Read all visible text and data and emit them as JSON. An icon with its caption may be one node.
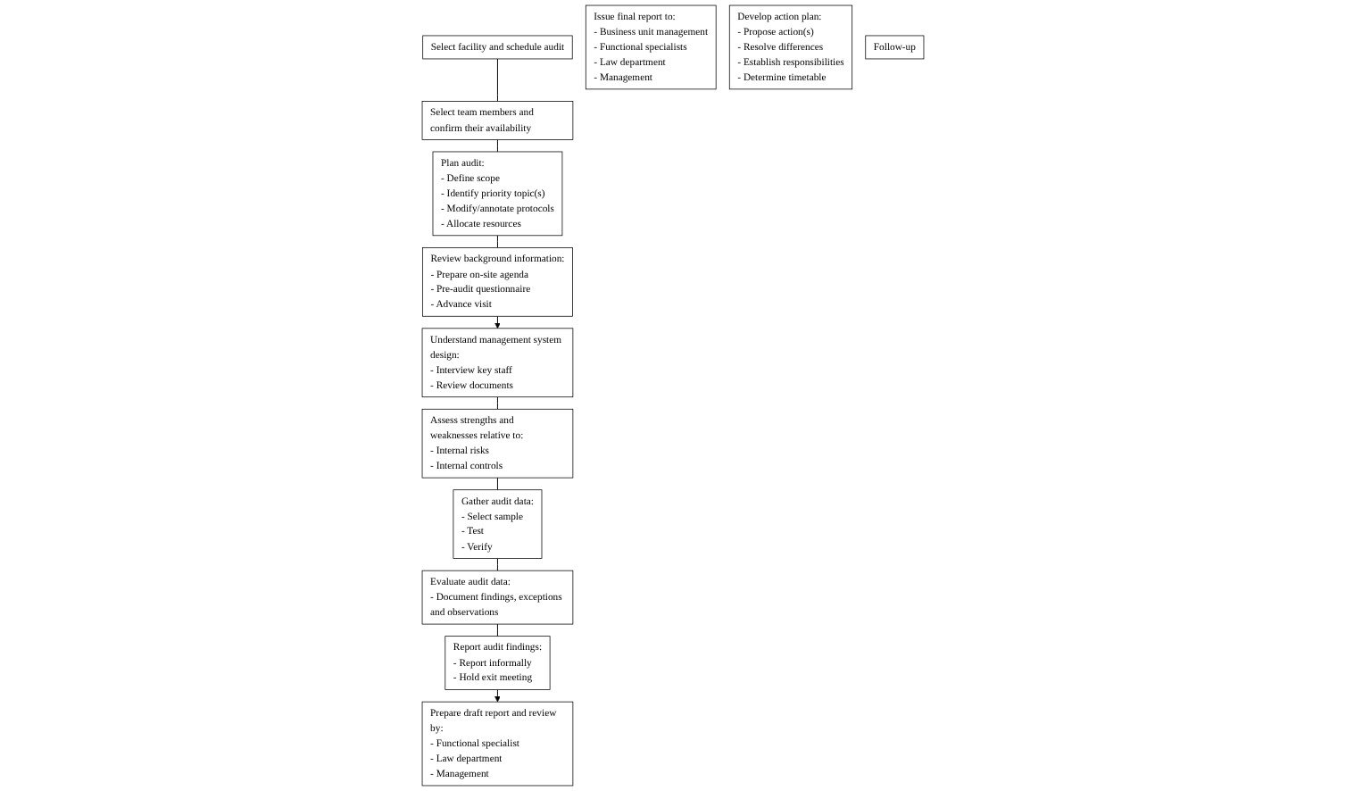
{
  "diagram": {
    "nodes": [
      {
        "text": [
          "Select facility and schedule audit"
        ]
      },
      {
        "text": [
          "Select team members and confirm their availability"
        ]
      },
      {
        "text": [
          "Plan audit:",
          "- Define scope",
          "- Identify priority topic(s)",
          "- Modify/annotate protocols",
          "- Allocate resources"
        ]
      },
      {
        "text": [
          "Review background information:",
          "- Prepare on-site agenda",
          "- Pre-audit questionnaire",
          "- Advance visit"
        ]
      },
      {
        "text": [
          "Understand management system design:",
          "- Interview key staff",
          "- Review documents"
        ]
      },
      {
        "text": [
          "Assess strengths and weaknesses relative to:",
          "- Internal risks",
          "- Internal controls"
        ]
      },
      {
        "text": [
          "Gather audit data:",
          "- Select sample",
          "- Test",
          "- Verify"
        ]
      },
      {
        "text": [
          "Evaluate audit data:",
          "- Document findings, exceptions and observations"
        ]
      },
      {
        "text": [
          "Report audit findings:",
          "- Report informally",
          "- Hold exit meeting"
        ]
      },
      {
        "text": [
          "Prepare draft report and review by:",
          "- Functional specialist",
          "- Law department",
          "- Management"
        ]
      },
      {
        "text": [
          "Issue final report to:",
          "- Business unit management",
          "- Functional specialists",
          "- Law department",
          "- Management"
        ]
      },
      {
        "text": [
          "Develop action plan:",
          "- Propose action(s)",
          "- Resolve differences",
          "- Establish responsibilities",
          "- Determine timetable"
        ]
      },
      {
        "text": [
          "Follow-up"
        ]
      }
    ],
    "edges": [
      {
        "from": 0,
        "to": 1,
        "arrow": "none"
      },
      {
        "from": 1,
        "to": 2,
        "arrow": "none"
      },
      {
        "from": 2,
        "to": 3,
        "arrow": "none"
      },
      {
        "from": 3,
        "to": 4,
        "arrow": "to"
      },
      {
        "from": 4,
        "to": 5,
        "arrow": "none"
      },
      {
        "from": 5,
        "to": 6,
        "arrow": "none"
      },
      {
        "from": 6,
        "to": 7,
        "arrow": "none"
      },
      {
        "from": 7,
        "to": 8,
        "arrow": "none"
      },
      {
        "from": 8,
        "to": 9,
        "arrow": "to"
      }
    ]
  }
}
